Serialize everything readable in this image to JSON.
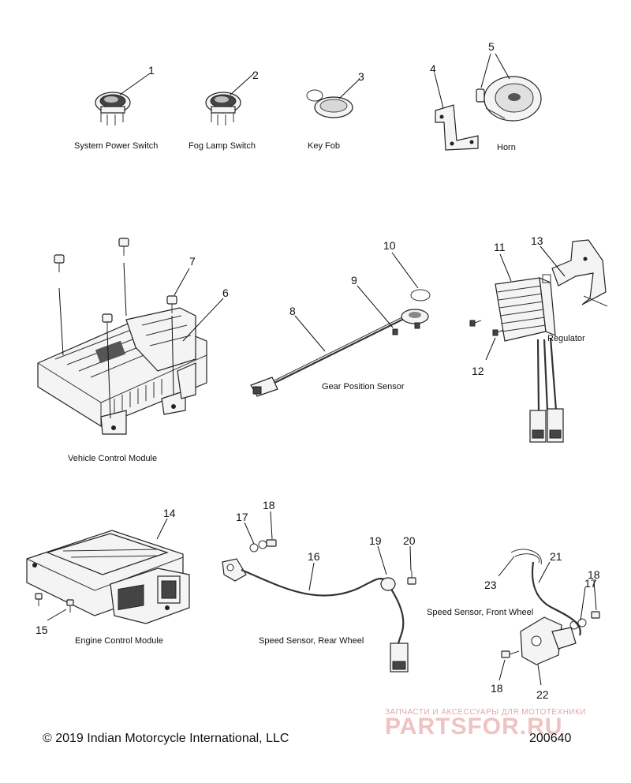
{
  "callouts": [
    "1",
    "2",
    "3",
    "4",
    "5",
    "6",
    "7",
    "8",
    "9",
    "10",
    "11",
    "12",
    "13",
    "14",
    "15",
    "16",
    "17",
    "18",
    "19",
    "20",
    "21",
    "22",
    "23"
  ],
  "labels": {
    "system_power_switch": "System Power Switch",
    "fog_lamp_switch": "Fog Lamp Switch",
    "key_fob": "Key Fob",
    "horn": "Horn",
    "vehicle_control_module": "Vehicle Control Module",
    "gear_position_sensor": "Gear Position Sensor",
    "regulator": "Regulator",
    "engine_control_module": "Engine Control Module",
    "speed_sensor_rear": "Speed Sensor, Rear Wheel",
    "speed_sensor_front": "Speed Sensor, Front Wheel"
  },
  "footer": {
    "copyright": "© 2019 Indian Motorcycle International, LLC",
    "diagram_number": "200640"
  },
  "watermark": {
    "tagline": "ЗАПЧАСТИ И АКСЕССУАРЫ ДЛЯ МОТОТЕХНИКИ",
    "logo": "PARTSFOR.RU",
    "color": "#e8a0a0"
  }
}
